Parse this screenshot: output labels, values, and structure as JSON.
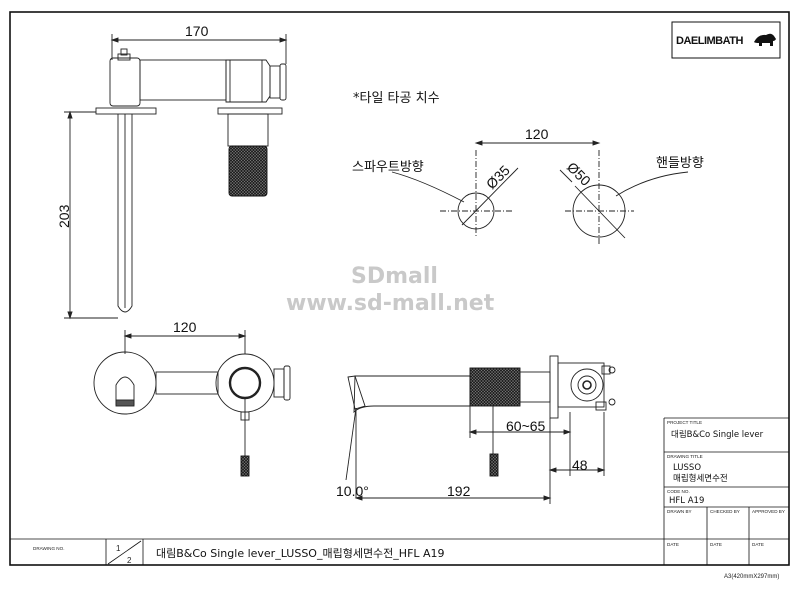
{
  "logo": {
    "text": "DAELIMBATH"
  },
  "notes": {
    "tile_hole": "*타일 타공 치수",
    "spout_direction": "스파우트방향",
    "handle_direction": "핸들방향"
  },
  "dimensions": {
    "top_width": "170",
    "height": "203",
    "hole_spacing": "120",
    "spout_hole": "Ø35",
    "handle_hole": "Ø50",
    "plan_spacing": "120",
    "depth_range": "60~65",
    "flange": "48",
    "angle": "10.0°",
    "spout_length": "192"
  },
  "watermark": {
    "line1": "SDmall",
    "line2": "www.sd-mall.net"
  },
  "title_block": {
    "project_title_label": "PROJECT TITLE",
    "project_title": "대림B&Co Single lever",
    "drawing_title_label": "DRAWING TITLE",
    "drawing_title_line1": "LUSSO",
    "drawing_title_line2": "매립형세면수전",
    "code_no_label": "CODE NO.",
    "code_no": "HFL A19",
    "drawn_by": "DRAWN BY",
    "checked_by": "CHECKED BY",
    "approved_by": "APPROVED BY",
    "date1": "DATE",
    "date2": "DATE",
    "date3": "DATE"
  },
  "footer": {
    "drawing_no_label": "DRAWING NO.",
    "sheet_num": "1",
    "sheet_total": "2",
    "description": "대림B&Co Single lever_LUSSO_매립형세면수전_HFL A19"
  },
  "paper_size": "A3(420mmX297mm)"
}
